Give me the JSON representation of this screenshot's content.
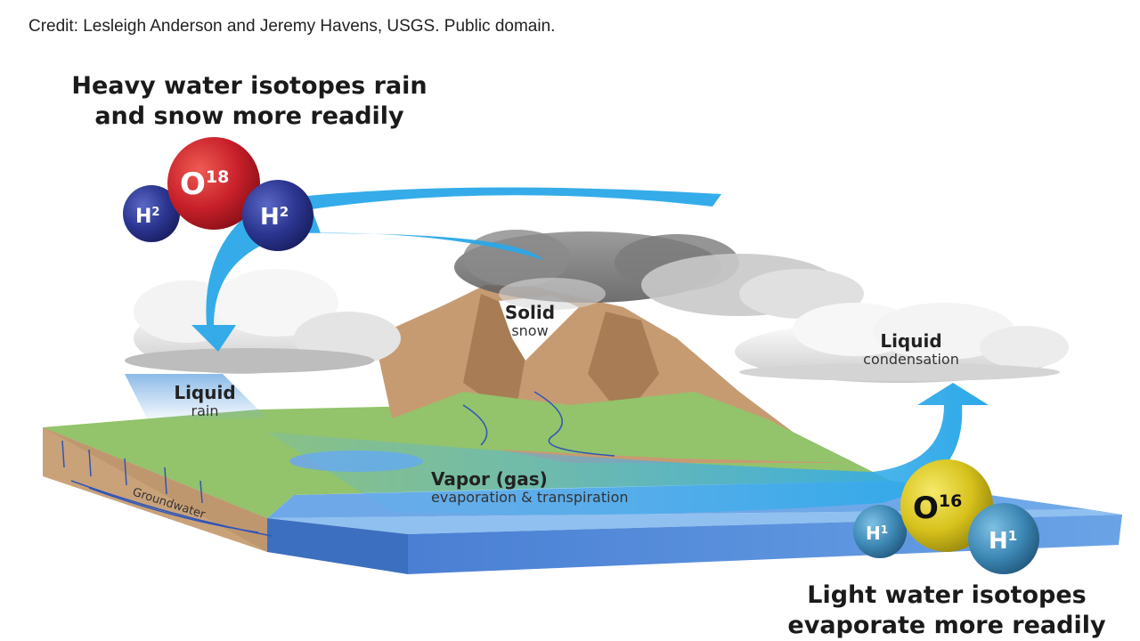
{
  "credit": "Credit: Lesleigh Anderson and Jeremy Havens, USGS. Public domain.",
  "heavy_title": [
    "Heavy water isotopes rain",
    "and snow more readily"
  ],
  "light_title": [
    "Light water isotopes",
    "evaporate more readily"
  ],
  "heavy_molecule": {
    "oxygen": "O",
    "oxygen_sup": "18",
    "h1": "H",
    "h1_sup": "2",
    "h2": "H",
    "h2_sup": "2"
  },
  "light_molecule": {
    "oxygen": "O",
    "oxygen_sup": "16",
    "h1": "H",
    "h1_sup": "1",
    "h2": "H",
    "h2_sup": "1"
  },
  "labels": {
    "solid": {
      "main": "Solid",
      "sub": "snow"
    },
    "liquid_rain": {
      "main": "Liquid",
      "sub": "rain"
    },
    "liquid_condensation": {
      "main": "Liquid",
      "sub": "condensation"
    },
    "vapor": {
      "main": "Vapor (gas)",
      "sub": "evaporation & transpiration"
    }
  },
  "groundwater": "Groundwater",
  "colors": {
    "heavy_oxygen": "#c8202a",
    "heavy_hydrogen": "#2b3590",
    "light_oxygen": "#d7c21c",
    "light_hydrogen": "#3d88b5",
    "arrow_blue": "#2aa8e8",
    "water": "#4f86d6",
    "land_green": "#93c36b",
    "soil": "#c9a27a",
    "mountain": "#c79b72"
  }
}
